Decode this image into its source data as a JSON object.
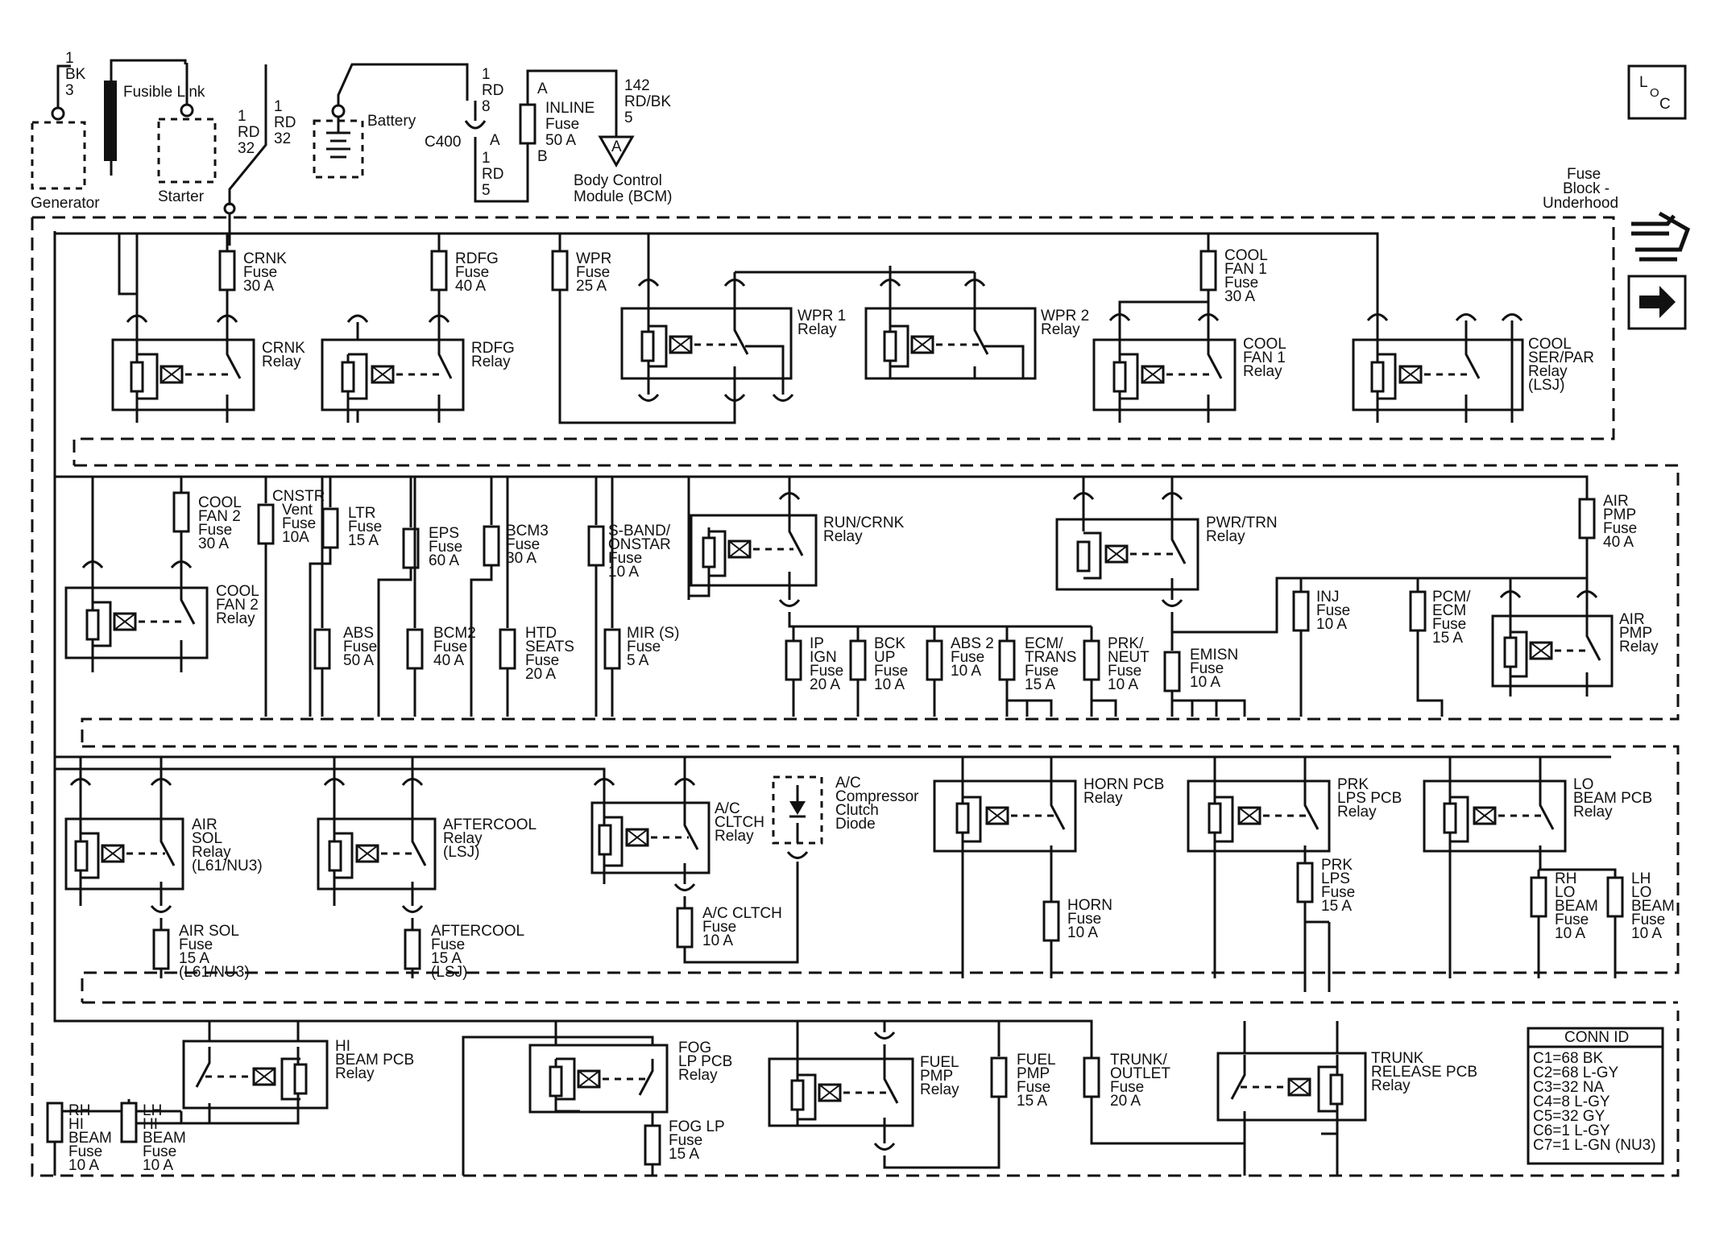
{
  "top": {
    "gen_wire": [
      "1",
      "BK",
      "3"
    ],
    "fusible_link": "Fusible Link",
    "generator": "Generator",
    "starter": "Starter",
    "wire_rd32_a": [
      "1",
      "RD",
      "32"
    ],
    "wire_rd32_b": [
      "1",
      "RD",
      "32"
    ],
    "battery": "Battery",
    "wire_rd8": [
      "1",
      "RD",
      "8"
    ],
    "c400": "C400",
    "pin_a": "A",
    "wire_rd5": [
      "1",
      "RD",
      "5"
    ],
    "inline_fuse": [
      "INLINE",
      "Fuse",
      "50 A"
    ],
    "inline_pin_a": "A",
    "inline_pin_b": "B",
    "bcm_wire": [
      "142",
      "RD/BK",
      "5"
    ],
    "bcm_pin": "A",
    "bcm_label": [
      "Body Control",
      "Module (BCM)"
    ],
    "loc": [
      "L",
      "O",
      "C"
    ],
    "fuse_block": [
      "Fuse",
      "Block -",
      "Underhood"
    ]
  },
  "row1": {
    "crnk_fuse": [
      "CRNK",
      "Fuse",
      "30 A"
    ],
    "crnk_relay": [
      "CRNK",
      "Relay"
    ],
    "rdfg_fuse": [
      "RDFG",
      "Fuse",
      "40 A"
    ],
    "rdfg_relay": [
      "RDFG",
      "Relay"
    ],
    "wpr_fuse": [
      "WPR",
      "Fuse",
      "25 A"
    ],
    "wpr1_relay": [
      "WPR 1",
      "Relay"
    ],
    "wpr2_relay": [
      "WPR 2",
      "Relay"
    ],
    "cool_fan1_fuse": [
      "COOL",
      "FAN 1",
      "Fuse",
      "30 A"
    ],
    "cool_fan1_relay": [
      "COOL",
      "FAN 1",
      "Relay"
    ],
    "cool_ser_relay": [
      "COOL",
      "SER/PAR",
      "Relay",
      "(LSJ)"
    ]
  },
  "row2": {
    "cool_fan2_fuse": [
      "COOL",
      "FAN 2",
      "Fuse",
      "30 A"
    ],
    "cool_fan2_relay": [
      "COOL",
      "FAN 2",
      "Relay"
    ],
    "cnstr_fuse": [
      "CNSTR",
      "Vent",
      "Fuse",
      "10A"
    ],
    "ltr_fuse": [
      "LTR",
      "Fuse",
      "15 A"
    ],
    "eps_fuse": [
      "EPS",
      "Fuse",
      "60 A"
    ],
    "bcm3_fuse": [
      "BCM3",
      "Fuse",
      "30 A"
    ],
    "sband_fuse": [
      "S-BAND/",
      "ONSTAR",
      "Fuse",
      "10 A"
    ],
    "abs_fuse": [
      "ABS",
      "Fuse",
      "50 A"
    ],
    "bcm2_fuse": [
      "BCM2",
      "Fuse",
      "40 A"
    ],
    "htd_fuse": [
      "HTD",
      "SEATS",
      "Fuse",
      "20 A"
    ],
    "mir_fuse": [
      "MIR (S)",
      "Fuse",
      "5 A"
    ],
    "run_relay": [
      "RUN/CRNK",
      "Relay"
    ],
    "ip_fuse": [
      "IP",
      "IGN",
      "Fuse",
      "20 A"
    ],
    "bck_fuse": [
      "BCK",
      "UP",
      "Fuse",
      "10 A"
    ],
    "abs2_fuse": [
      "ABS 2",
      "Fuse",
      "10 A"
    ],
    "ecm_fuse": [
      "ECM/",
      "TRANS",
      "Fuse",
      "15 A"
    ],
    "prk_neut_fuse": [
      "PRK/",
      "NEUT",
      "Fuse",
      "10 A"
    ],
    "pwr_relay": [
      "PWR/TRN",
      "Relay"
    ],
    "emisn_fuse": [
      "EMISN",
      "Fuse",
      "10 A"
    ],
    "inj_fuse": [
      "INJ",
      "Fuse",
      "10 A"
    ],
    "pcm_fuse": [
      "PCM/",
      "ECM",
      "Fuse",
      "15 A"
    ],
    "air_pmp_fuse": [
      "AIR",
      "PMP",
      "Fuse",
      "40 A"
    ],
    "air_pmp_relay": [
      "AIR",
      "PMP",
      "Relay"
    ]
  },
  "row3": {
    "air_sol_relay": [
      "AIR",
      "SOL",
      "Relay",
      "(L61/NU3)"
    ],
    "air_sol_fuse": [
      "AIR SOL",
      "Fuse",
      "15 A",
      "(L61/NU3)"
    ],
    "aftercool_relay": [
      "AFTERCOOL",
      "Relay",
      "(LSJ)"
    ],
    "aftercool_fuse": [
      "AFTERCOOL",
      "Fuse",
      "15 A",
      "(LSJ)"
    ],
    "ac_clutch_relay": [
      "A/C",
      "CLTCH",
      "Relay"
    ],
    "ac_clutch_fuse": [
      "A/C CLTCH",
      "Fuse",
      "10 A"
    ],
    "ac_diode": [
      "A/C",
      "Compressor",
      "Clutch",
      "Diode"
    ],
    "horn_relay": [
      "HORN PCB",
      "Relay"
    ],
    "horn_fuse": [
      "HORN",
      "Fuse",
      "10 A"
    ],
    "prk_lps_relay": [
      "PRK",
      "LPS PCB",
      "Relay"
    ],
    "prk_lps_fuse": [
      "PRK",
      "LPS",
      "Fuse",
      "15 A"
    ],
    "lo_beam_relay": [
      "LO",
      "BEAM PCB",
      "Relay"
    ],
    "rh_lo_fuse": [
      "RH",
      "LO",
      "BEAM",
      "Fuse",
      "10 A"
    ],
    "lh_lo_fuse": [
      "LH",
      "LO",
      "BEAM",
      "Fuse",
      "10 A"
    ]
  },
  "row4": {
    "rh_hi_fuse": [
      "RH",
      "HI",
      "BEAM",
      "Fuse",
      "10 A"
    ],
    "lh_hi_fuse": [
      "LH",
      "HI",
      "BEAM",
      "Fuse",
      "10 A"
    ],
    "hi_beam_relay": [
      "HI",
      "BEAM PCB",
      "Relay"
    ],
    "fog_relay": [
      "FOG",
      "LP PCB",
      "Relay"
    ],
    "fog_fuse": [
      "FOG LP",
      "Fuse",
      "15 A"
    ],
    "fuel_relay": [
      "FUEL",
      "PMP",
      "Relay"
    ],
    "fuel_fuse": [
      "FUEL",
      "PMP",
      "Fuse",
      "15 A"
    ],
    "trunk_fuse": [
      "TRUNK/",
      "OUTLET",
      "Fuse",
      "20 A"
    ],
    "trunk_relay": [
      "TRUNK",
      "RELEASE PCB",
      "Relay"
    ]
  },
  "conn": {
    "title": "CONN ID",
    "rows": [
      "C1=68 BK",
      "C2=68 L-GY",
      "C3=32 NA",
      "C4=8 L-GY",
      "C5=32 GY",
      "C6=1 L-GY",
      "C7=1 L-GN (NU3)"
    ]
  }
}
